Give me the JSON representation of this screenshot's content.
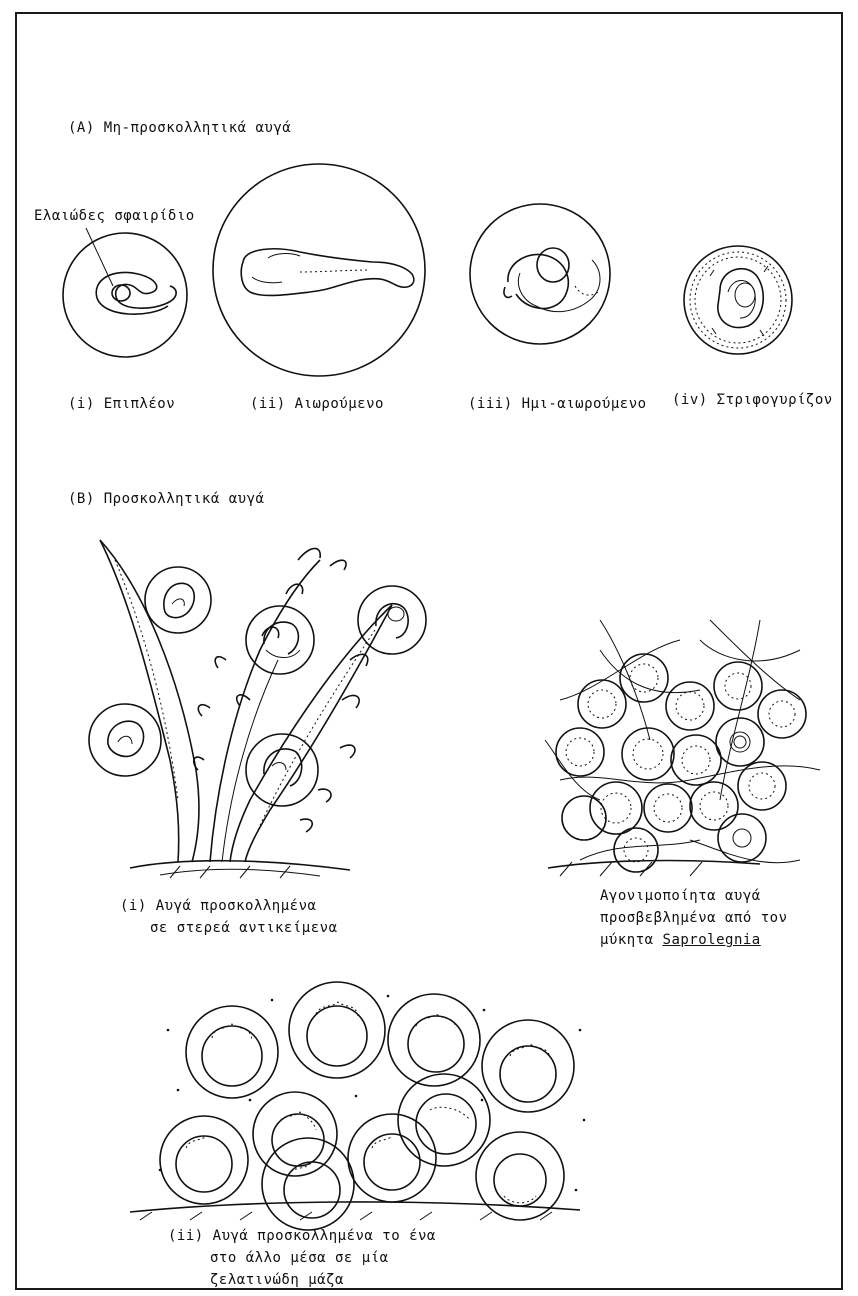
{
  "section_a": {
    "title": "(A) Μη-προσκολλητικά αυγά",
    "pointer_label": "Ελαιώδες σφαιρίδιο",
    "captions": [
      "(i) Επιπλέον",
      "(ii) Αιωρούμενο",
      "(iii) Ημι-αιωρούμενο",
      "(iv) Στριφογυρίζον"
    ]
  },
  "section_b": {
    "title": "(B) Προσκολλητικά αυγά",
    "caption_i_line1": "(i) Αυγά προσκολλημένα",
    "caption_i_line2": "σε στερεά αντικείμενα",
    "caption_fungus_line1": "Αγονιμοποίητα αυγά",
    "caption_fungus_line2": "προσβεβλημένα από τον",
    "caption_fungus_line3_prefix": "μύκητα ",
    "caption_fungus_line3_genus": "Saprolegnia",
    "caption_ii_line1": "(ii) Αυγά προσκολλημένα το ένα",
    "caption_ii_line2": "στο άλλο μέσα σε μία",
    "caption_ii_line3": "ζελατινώδη μάζα"
  }
}
